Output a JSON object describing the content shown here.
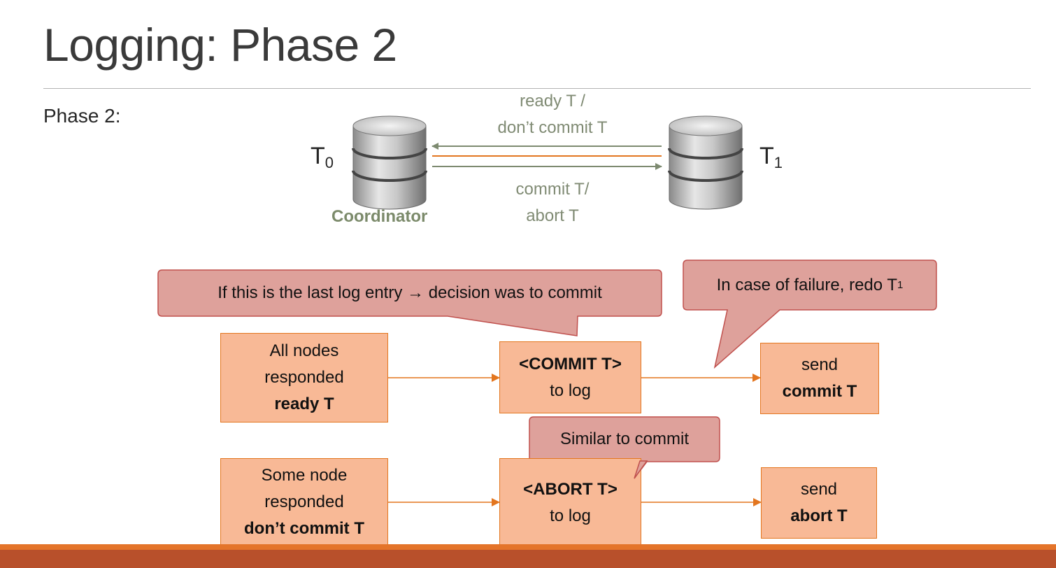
{
  "slide": {
    "title": "Logging: Phase 2",
    "subtitle": "Phase 2:"
  },
  "nodes": {
    "coordinator_name": "T",
    "coordinator_sub": "0",
    "coordinator_role": "Coordinator",
    "participant_name": "T",
    "participant_sub": "1"
  },
  "messages": {
    "top_line1": "ready T /",
    "top_line2": "don’t commit T",
    "bottom_line1": "commit T/",
    "bottom_line2": "abort T"
  },
  "flow": {
    "commit_row": {
      "condition": [
        "All nodes",
        "responded",
        "ready T"
      ],
      "log_line1": "<COMMIT T>",
      "log_line2": "to log",
      "action_line1": "send",
      "action_line2": "commit T"
    },
    "abort_row": {
      "condition": [
        "Some node",
        "responded",
        "don’t commit T"
      ],
      "log_line1": "<ABORT T>",
      "log_line2": "to log",
      "action_line1": "send",
      "action_line2": "abort T"
    }
  },
  "callouts": {
    "last_entry_prefix": "If this is the last log entry",
    "last_entry_arrow": "→",
    "last_entry_suffix": "decision was to commit",
    "failure_text": "In case of failure, redo T",
    "failure_sub": "1",
    "similar": "Similar to commit"
  },
  "colors": {
    "box_fill": "#f8b996",
    "box_border": "#e3761f",
    "callout_fill": "#dea19b",
    "callout_border": "#c0504d",
    "message_gray": "#808b74",
    "arrow_orange": "#e3761f",
    "footer": "#b8502b"
  }
}
